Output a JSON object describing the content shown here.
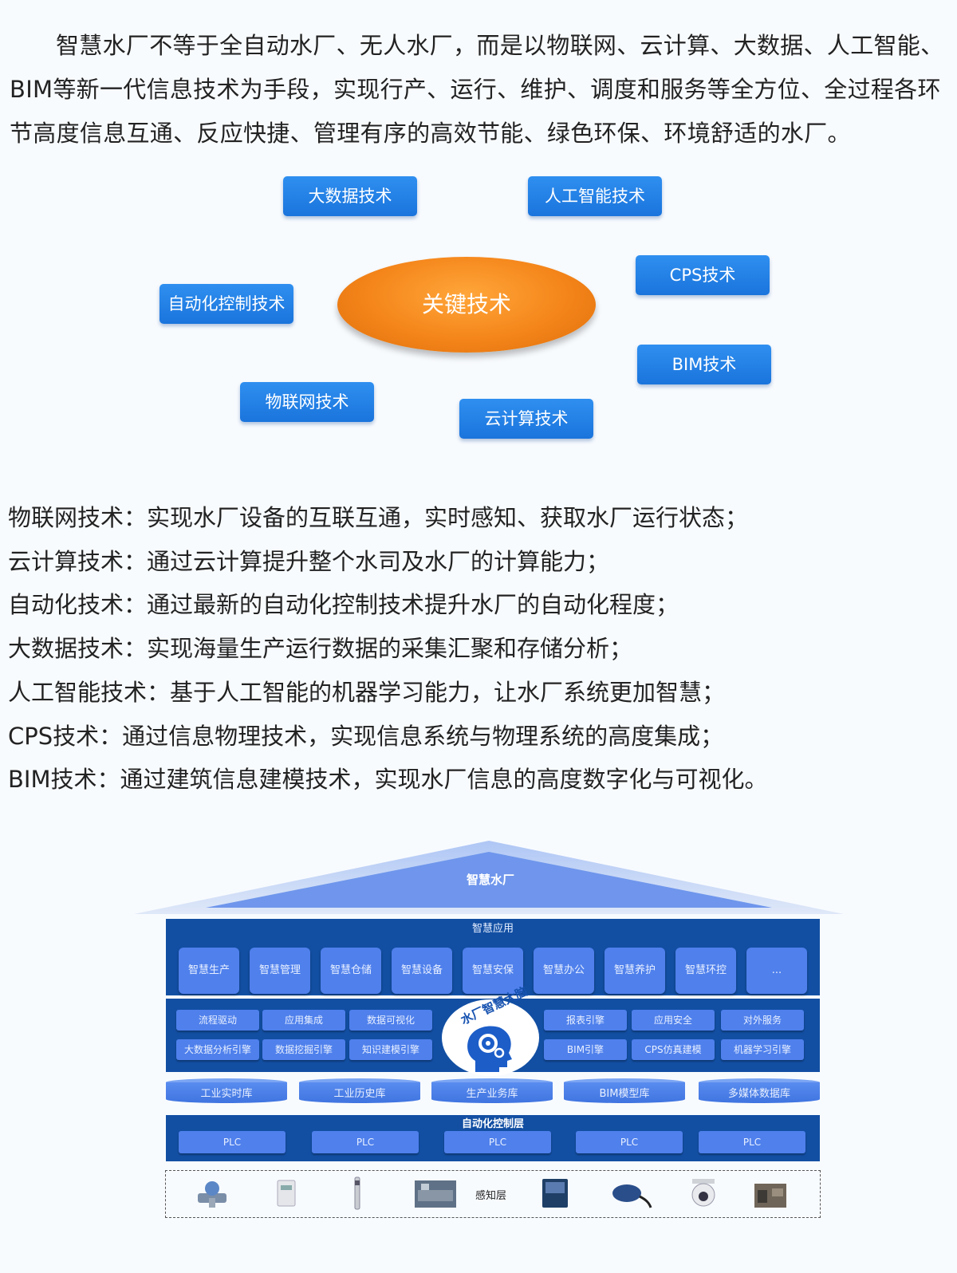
{
  "intro": "智慧水厂不等于全自动水厂、无人水厂，而是以物联网、云计算、大数据、人工智能、BIM等新一代信息技术为手段，实现行产、运行、维护、调度和服务等全方位、全过程各环节高度信息互通、反应快捷、管理有序的高效节能、绿色环保、环境舒适的水厂。",
  "key_tech": {
    "center": "关键技术",
    "items": [
      "大数据技术",
      "人工智能技术",
      "CPS技术",
      "自动化控制技术",
      "BIM技术",
      "物联网技术",
      "云计算技术"
    ]
  },
  "descriptions": [
    "物联网技术：实现水厂设备的互联互通，实时感知、获取水厂运行状态；",
    "云计算技术：通过云计算提升整个水司及水厂的计算能力；",
    "自动化技术：通过最新的自动化控制技术提升水厂的自动化程度；",
    "大数据技术：实现海量生产运行数据的采集汇聚和存储分析；",
    "人工智能技术：基于人工智能的机器学习能力，让水厂系统更加智慧；",
    "CPS技术：通过信息物理技术，实现信息系统与物理系统的高度集成；",
    "BIM技术：通过建筑信息建模技术，实现水厂信息的高度数字化与可视化。"
  ],
  "architecture": {
    "roof": "智慧水厂",
    "app_layer": {
      "title": "智慧应用",
      "items": [
        "智慧生产",
        "智慧管理",
        "智慧仓储",
        "智慧设备",
        "智慧安保",
        "智慧办公",
        "智慧养护",
        "智慧环控",
        "..."
      ]
    },
    "brain": "水厂智慧大脑",
    "engines_left": [
      "流程驱动",
      "应用集成",
      "数据可视化",
      "大数据分析引擎",
      "数据挖掘引擎",
      "知识建模引擎"
    ],
    "engines_right": [
      "报表引擎",
      "应用安全",
      "对外服务",
      "BIM引擎",
      "CPS仿真建模",
      "机器学习引擎"
    ],
    "databases": [
      "工业实时库",
      "工业历史库",
      "生产业务库",
      "BIM模型库",
      "多媒体数据库"
    ],
    "control_layer": {
      "title": "自动化控制层",
      "items": [
        "PLC",
        "PLC",
        "PLC",
        "PLC",
        "PLC"
      ]
    },
    "sense_layer": "感知层"
  },
  "colors": {
    "tech_box": "#1a74dc",
    "center": "#f4851a",
    "band": "#124fa3",
    "tile": "#4f80ec",
    "roof": "#6f96ec"
  }
}
